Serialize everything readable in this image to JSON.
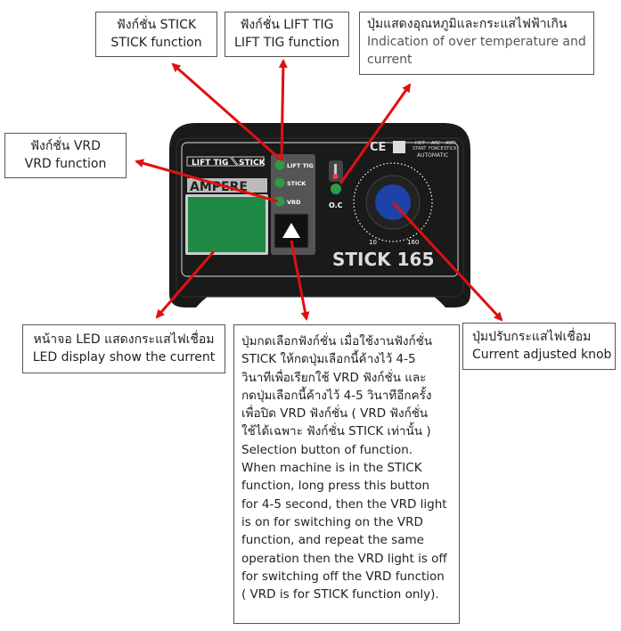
{
  "callouts": {
    "stick": {
      "th": "ฟังก์ชั่น STICK",
      "en": "STICK function"
    },
    "lift_tig": {
      "th": "ฟังก์ชั่น LIFT TIG",
      "en": "LIFT TIG function"
    },
    "over_temp": {
      "th": "ปุ่มแสดงอุณหภูมิและกระแสไฟฟ้าเกิน",
      "en_1": "Indication of over temperature and",
      "en_2": "current"
    },
    "vrd": {
      "th": "ฟังก์ชั่น VRD",
      "en": "VRD function"
    },
    "led": {
      "th": "หน้าจอ LED แสดงกระแสไฟเชื่อม",
      "en": "LED display show the current"
    },
    "knob": {
      "th": "ปุ่มปรับกระแสไฟเชื่อม",
      "en": "Current adjusted knob"
    },
    "selection": {
      "lines": [
        "ปุ่มกดเลือกฟังก์ชั่น เมื่อใช้งานฟังก์ชั่น",
        "STICK  ให้กดปุ่มเลือกนี้ค้างไว้ 4-5",
        "วินาทีเพื่อเรียกใช้ VRD ฟังก์ชั่น และ",
        "กดปุ่มเลือกนี้ค้างไว้ 4-5 วินาทีอีกครั้ง",
        "เพื่อปิด VRD ฟังก์ชั่น ( VRD ฟังก์ชั่น",
        "ใช้ได้เฉพาะ ฟังก์ชั่น STICK เท่านั้น )",
        "Selection button of function.",
        "When machine is in the STICK",
        "function, long press this button",
        "for 4-5 second, then the VRD light",
        "is on for switching on the VRD",
        "function, and repeat the same",
        "operation then the VRD light is off",
        "for switching off the VRD function",
        "( VRD is for STICK function only)."
      ]
    }
  },
  "panel": {
    "mode_tab_1": "LIFT TIG",
    "mode_tab_2": "STICK",
    "brand": "AMPERE",
    "led_1": "LIFT TIG",
    "led_2": "STICK",
    "led_3": "VRD",
    "oc_label": "O.C",
    "ce_mark": "CE",
    "feat_1": "HOT",
    "feat_1b": "START",
    "feat_2": "ARC",
    "feat_2b": "FORCE",
    "feat_3": "ANTI",
    "feat_3b": "STICK",
    "automatic": "AUTOMATIC",
    "knob_min": "10",
    "knob_max": "160",
    "model": "STICK 165"
  },
  "colors": {
    "arrow": "#e01010",
    "led_green": "#2e9a48",
    "display_green": "#1f8a45",
    "knob_blue": "#1c44a8",
    "panel_dark": "#1a1a1a"
  }
}
